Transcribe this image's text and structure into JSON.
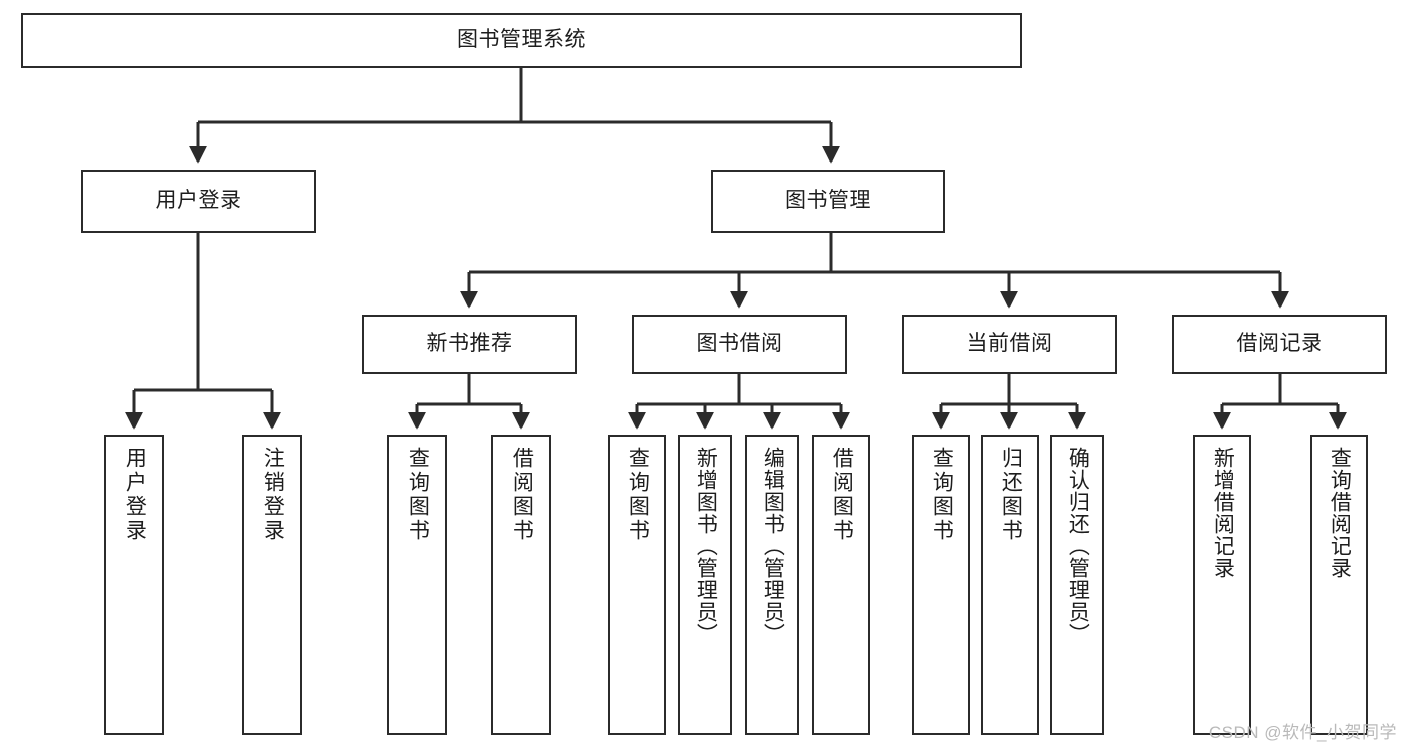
{
  "diagram": {
    "type": "hierarchy-tree",
    "title": "图书管理系统",
    "watermark": "CSDN @软件_小贺同学",
    "colors": {
      "box_border": "#2b2b2b",
      "box_fill": "#ffffff",
      "connector": "#2b2b2b",
      "text": "#1d1d1d",
      "watermark": "#b9b9b9"
    },
    "root": {
      "label": "图书管理系统"
    },
    "level2": [
      {
        "label": "用户登录"
      },
      {
        "label": "图书管理"
      }
    ],
    "level3": [
      {
        "label": "新书推荐"
      },
      {
        "label": "图书借阅"
      },
      {
        "label": "当前借阅"
      },
      {
        "label": "借阅记录"
      }
    ],
    "leaves": {
      "user_login": [
        {
          "label": "用户登录"
        },
        {
          "label": "注销登录"
        }
      ],
      "new_book_recommend": [
        {
          "label": "查询图书"
        },
        {
          "label": "借阅图书"
        }
      ],
      "book_borrow": [
        {
          "label": "查询图书"
        },
        {
          "label": "新增图书（管理员）"
        },
        {
          "label": "编辑图书（管理员）"
        },
        {
          "label": "借阅图书"
        }
      ],
      "current_borrow": [
        {
          "label": "查询图书"
        },
        {
          "label": "归还图书"
        },
        {
          "label": "确认归还（管理员）"
        }
      ],
      "borrow_record": [
        {
          "label": "新增借阅记录"
        },
        {
          "label": "查询借阅记录"
        }
      ]
    }
  }
}
